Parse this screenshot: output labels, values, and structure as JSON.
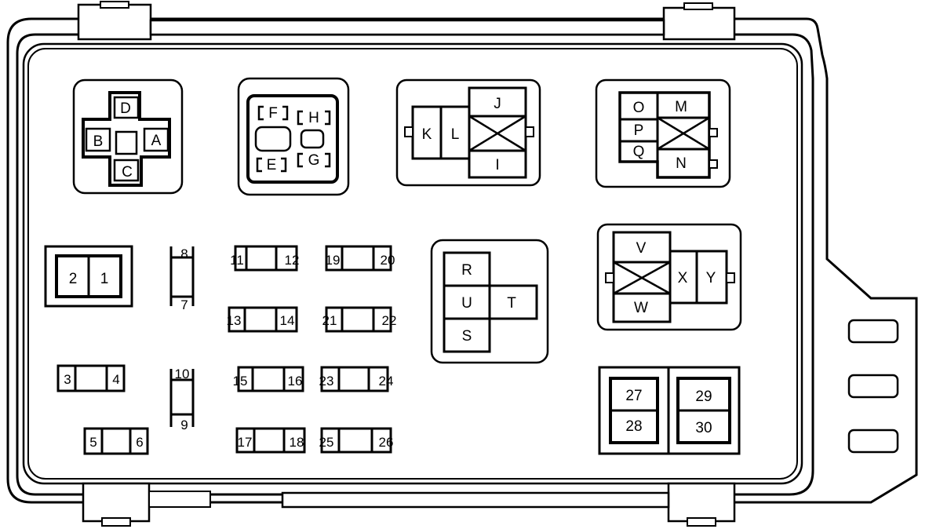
{
  "diagram": {
    "connector1_labels": [
      "A",
      "B",
      "C",
      "D"
    ],
    "connector2_labels": [
      "E",
      "F",
      "G",
      "H"
    ],
    "relay_JKLI": [
      "J",
      "K",
      "L",
      "I"
    ],
    "relay_MNOPQ": [
      "M",
      "N",
      "O",
      "P",
      "Q"
    ],
    "relay_RSTU": [
      "R",
      "S",
      "T",
      "U"
    ],
    "relay_VWXY": [
      "V",
      "W",
      "X",
      "Y"
    ],
    "fuses": [
      "1",
      "2",
      "3",
      "4",
      "5",
      "6",
      "7",
      "8",
      "9",
      "10",
      "11",
      "12",
      "13",
      "14",
      "15",
      "16",
      "17",
      "18",
      "19",
      "20",
      "21",
      "22",
      "23",
      "24",
      "25",
      "26",
      "27",
      "28",
      "29",
      "30"
    ]
  }
}
